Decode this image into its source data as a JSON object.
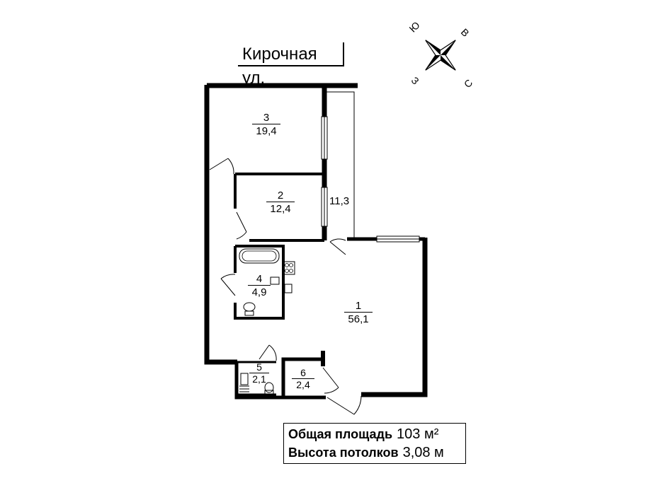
{
  "street": "Кирочная ул.",
  "compass": {
    "n": "С",
    "s": "Ю",
    "e": "В",
    "w": "З"
  },
  "rooms": [
    {
      "num": "3",
      "area": "19,4"
    },
    {
      "num": "2",
      "area": "12,4"
    },
    {
      "num": "4",
      "area": "4,9"
    },
    {
      "num": "1",
      "area": "56,1"
    },
    {
      "num": "5",
      "area": "2,1"
    },
    {
      "num": "6",
      "area": "2,4"
    }
  ],
  "loggia_area": "11,3",
  "info": {
    "total_label": "Общая площадь",
    "total_value": "103 м²",
    "height_label": "Высота потолков",
    "height_value": "3,08 м"
  }
}
